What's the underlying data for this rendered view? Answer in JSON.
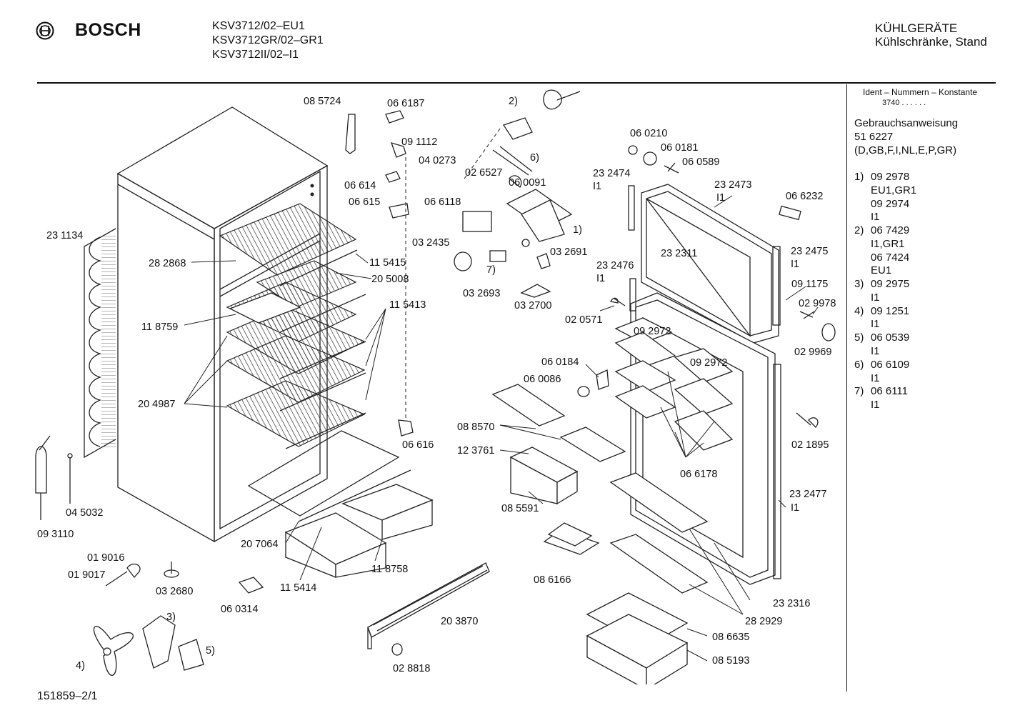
{
  "header": {
    "brand": "BOSCH",
    "models": [
      "KSV3712/02–EU1",
      "KSV3712GR/02–GR1",
      "KSV3712II/02–I1"
    ],
    "category": "KÜHLGERÄTE",
    "subcategory": "Kühlschränke, Stand"
  },
  "sidebar": {
    "ident_label": "Ident – Nummern – Konstante",
    "ident_value": "3740 . . . . . .",
    "manual_title": "Gebrauchsanweisung",
    "manual_number": "51 6227",
    "manual_langs": "(D,GB,F,I,NL,E,P,GR)",
    "notes": [
      {
        "key": "1)",
        "lines": [
          "09 2978",
          "EU1,GR1",
          "09 2974",
          "I1"
        ]
      },
      {
        "key": "2)",
        "lines": [
          "06 7429",
          "I1,GR1",
          "06 7424",
          "EU1"
        ]
      },
      {
        "key": "3)",
        "lines": [
          "09 2975",
          "I1"
        ]
      },
      {
        "key": "4)",
        "lines": [
          "09 1251",
          "I1"
        ]
      },
      {
        "key": "5)",
        "lines": [
          "06 0539",
          "I1"
        ]
      },
      {
        "key": "6)",
        "lines": [
          "06 6109",
          "I1"
        ]
      },
      {
        "key": "7)",
        "lines": [
          "06 6111",
          "I1"
        ]
      }
    ]
  },
  "footer": {
    "drawing_number": "151859–2/1"
  },
  "labels": {
    "p085724": "08 5724",
    "p066187": "06 6187",
    "p091112": "09 1112",
    "p066140": "06 614",
    "p066150": "06 615",
    "p231134": "23 1134",
    "p282868": "28 2868",
    "p115415": "11 5415",
    "p205008": "20 5008",
    "p118759": "11 8759",
    "p115413": "11 5413",
    "p204987": "20 4987",
    "p066160": "06 616",
    "p045032": "04 5032",
    "p093110": "09 3110",
    "p207064": "20 7064",
    "p019016": "01 9016",
    "p019017": "01 9017",
    "p032680": "03 2680",
    "p060314": "06 0314",
    "p115414": "11 5414",
    "p118758": "11 8758",
    "p203870": "20 3870",
    "p028818": "02 8818",
    "n2": "2)",
    "n6": "6)",
    "n1": "1)",
    "n7": "7)",
    "n3": "3)",
    "n4": "4)",
    "n5": "5)",
    "p040273": "04 0273",
    "p026527": "02 6527",
    "p060091": "06 0091",
    "p066118": "06 6118",
    "p032435": "03 2435",
    "p032691": "03 2691",
    "p032693": "03 2693",
    "p032700": "03 2700",
    "p060210": "06 0210",
    "p060181": "06 0181",
    "p060589": "06 0589",
    "p232474": "23 2474",
    "p232474b": "I1",
    "p232473": "23 2473",
    "p232473b": "I1",
    "p066232": "06 6232",
    "p232311": "23 2311",
    "p232475": "23 2475",
    "p232475b": "I1",
    "p232476": "23 2476",
    "p232476b": "I1",
    "p091175": "09 1175",
    "p029978": "02 9978",
    "p020571": "02 0571",
    "p092972a": "09 2972",
    "p092972b": "09 2972",
    "p029969": "02 9969",
    "p060184": "06 0184",
    "p060086": "06 0086",
    "p088570": "08 8570",
    "p123761": "12 3761",
    "p085591": "08 5591",
    "p066178": "06 6178",
    "p021895": "02 1895",
    "p232477": "23 2477",
    "p232477b": "I1",
    "p086166": "08 6166",
    "p232316": "23 2316",
    "p282929": "28 2929",
    "p086635": "08 6635",
    "p085193": "08 5193"
  }
}
